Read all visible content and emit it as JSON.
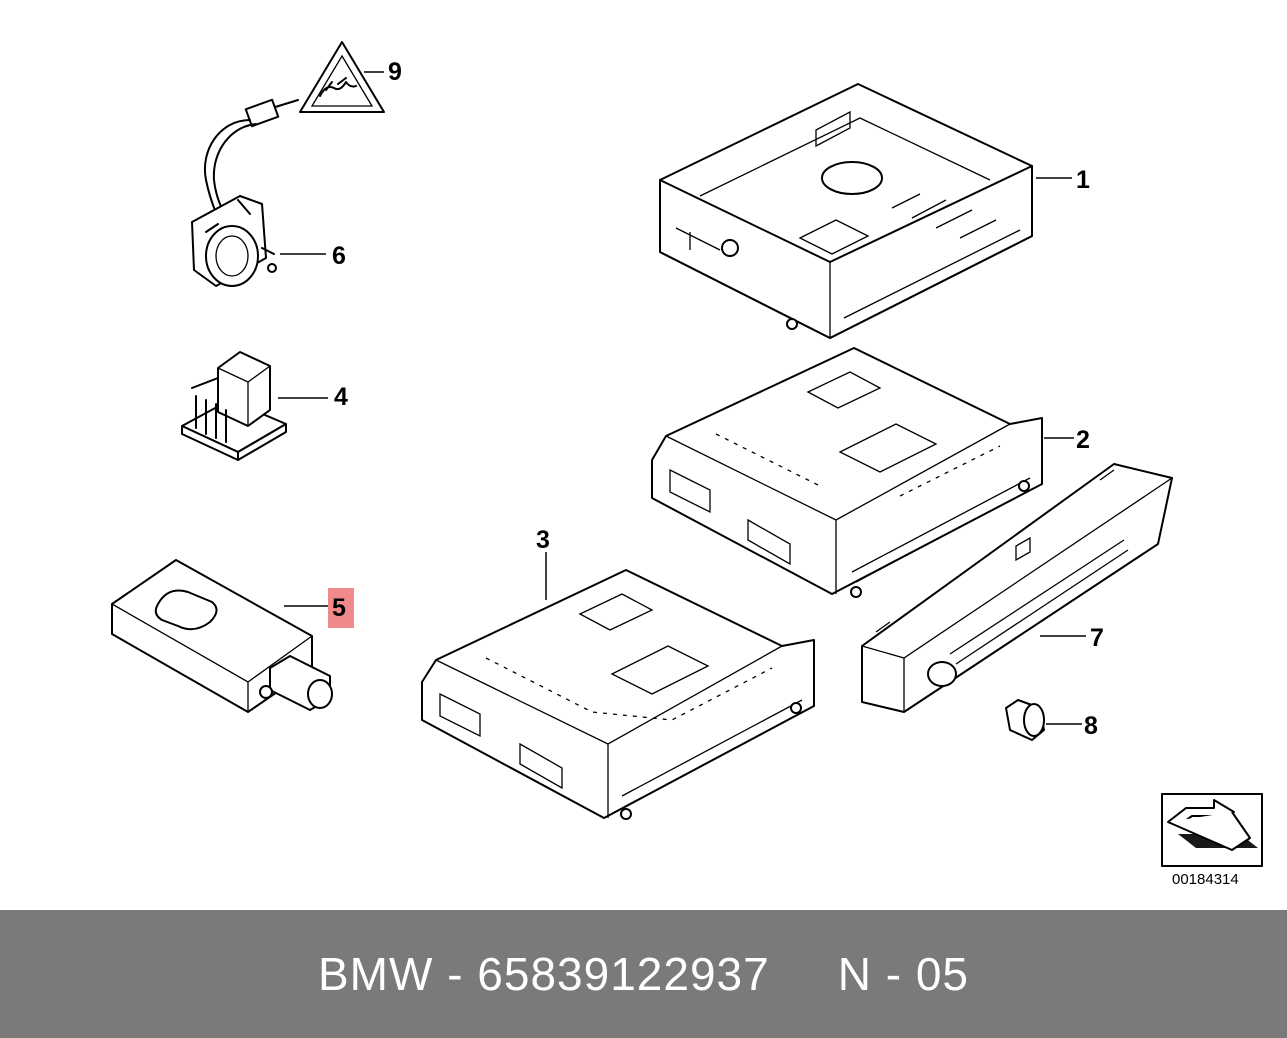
{
  "diagram": {
    "labels": {
      "p1": "1",
      "p2": "2",
      "p3": "3",
      "p4": "4",
      "p5": "5",
      "p6": "6",
      "p7": "7",
      "p8": "8",
      "p9": "9"
    },
    "highlight_color": "#f08a8a",
    "catalog_code": "00184314"
  },
  "footer": {
    "brand_part": "BMW - 65839122937",
    "variant": "N - 05"
  }
}
